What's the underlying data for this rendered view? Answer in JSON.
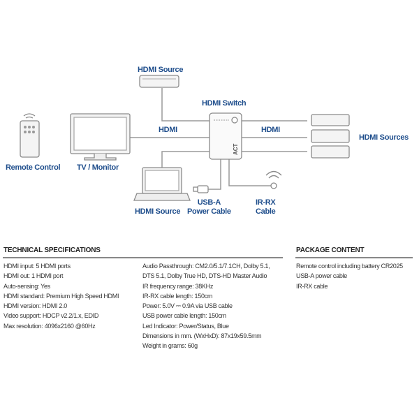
{
  "diagram": {
    "labels": {
      "hdmi_source_top": "HDMI Source",
      "hdmi_switch": "HDMI Switch",
      "hdmi_left": "HDMI",
      "hdmi_right": "HDMI",
      "hdmi_sources": "HDMI Sources",
      "remote_control": "Remote Control",
      "tv_monitor": "TV / Monitor",
      "hdmi_source_bottom": "HDMI Source",
      "usb_a_line1": "USB-A",
      "usb_a_line2": "Power Cable",
      "ir_rx_line1": "IR-RX",
      "ir_rx_line2": "Cable",
      "switch_logo": "ACT"
    },
    "colors": {
      "label": "#1f4e8c",
      "line": "#9a9a9a"
    }
  },
  "technical_specifications": {
    "title": "TECHNICAL SPECIFICATIONS",
    "column1": [
      "HDMI input: 5 HDMI ports",
      "HDMI out: 1 HDMI port",
      "Auto-sensing: Yes",
      "HDMI standard: Premium High Speed HDMI",
      "HDMI version: HDMI 2.0",
      "Video support: HDCP v2.2/1.x, EDID",
      "Max resolution: 4096x2160 @60Hz"
    ],
    "column2": [
      "Audio Passthrough: CM2.0/5.1/7.1CH, Dolby 5.1,",
      "DTS 5.1, Dolby True HD, DTS-HD Master Audio",
      "IR frequency range: 38KHz",
      "IR-RX cable length: 150cm",
      "Power: 5.0V ⎓ 0.9A via USB cable",
      "USB power cable length: 150cm",
      "Led Indicator: Power/Status, Blue",
      "Dimensions in mm. (WxHxD): 87x19x59.5mm",
      "Weight in grams: 60g"
    ]
  },
  "package_content": {
    "title": "PACKAGE CONTENT",
    "items": [
      "Remote control including battery CR2025",
      "USB-A power cable",
      "IR-RX cable"
    ]
  }
}
